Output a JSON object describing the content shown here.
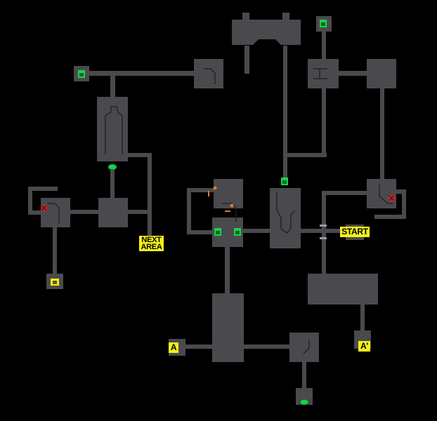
{
  "labels": {
    "next_area": "NEXT\nAREA",
    "start": "START",
    "a": "A",
    "a_prime": "A'"
  },
  "colors": {
    "background": "#000000",
    "room": "#4a4a4e",
    "room_edge": "#2a2a2c",
    "wall_line": "#1a1a1a",
    "door_green": "#19d24b",
    "locked_red": "#c0272d",
    "label_yellow": "#f2ef1a",
    "marker_orange": "#e07a2c"
  },
  "icons": {
    "save_terminal": "save-terminal-icon",
    "locked_door": "locked-door-icon",
    "green_door": "green-door-icon",
    "item": "item-icon"
  }
}
